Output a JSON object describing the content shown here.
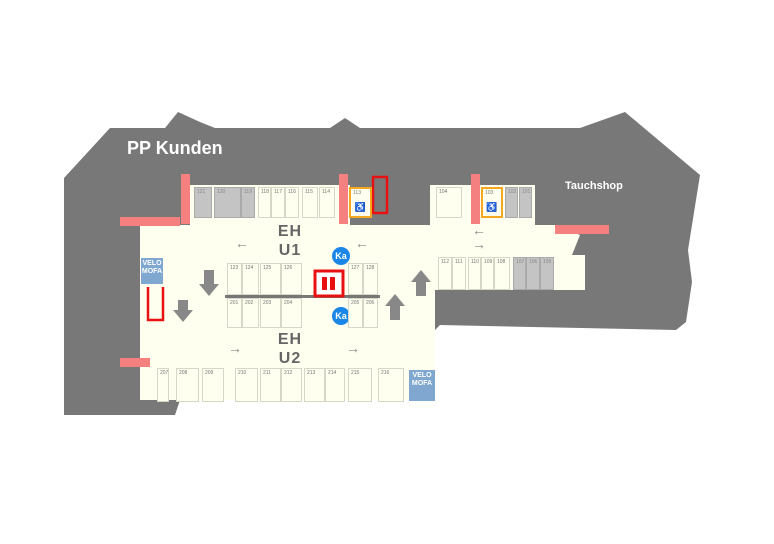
{
  "title": "PP Kunden",
  "shop_label": "Tauchshop",
  "levels": {
    "upper": [
      "EH",
      "U1"
    ],
    "lower": [
      "EH",
      "U2"
    ]
  },
  "cash_label": "Ka",
  "velo_label": [
    "VELO",
    "MOFA"
  ],
  "slots": {
    "top": [
      "121",
      "120",
      "119",
      "118",
      "117",
      "116",
      "115",
      "114",
      "113",
      "104",
      "103",
      "102",
      "101"
    ],
    "right": [
      "112",
      "111",
      "110",
      "109",
      "108",
      "107",
      "106",
      "105"
    ],
    "middle_top": [
      "123",
      "124",
      "125",
      "126",
      "127",
      "128"
    ],
    "middle_bottom": [
      "201",
      "202",
      "203",
      "204",
      "205",
      "206"
    ],
    "bottom": [
      "207",
      "208",
      "209",
      "210",
      "211",
      "212",
      "213",
      "214",
      "215",
      "216"
    ]
  },
  "colors": {
    "building": "#787878",
    "floor": "#fffff0",
    "exit": "#f58080",
    "stair": "#e81010",
    "accessible": "#f3a820",
    "cash": "#1a86e8",
    "velo": "#7fa7cf"
  }
}
